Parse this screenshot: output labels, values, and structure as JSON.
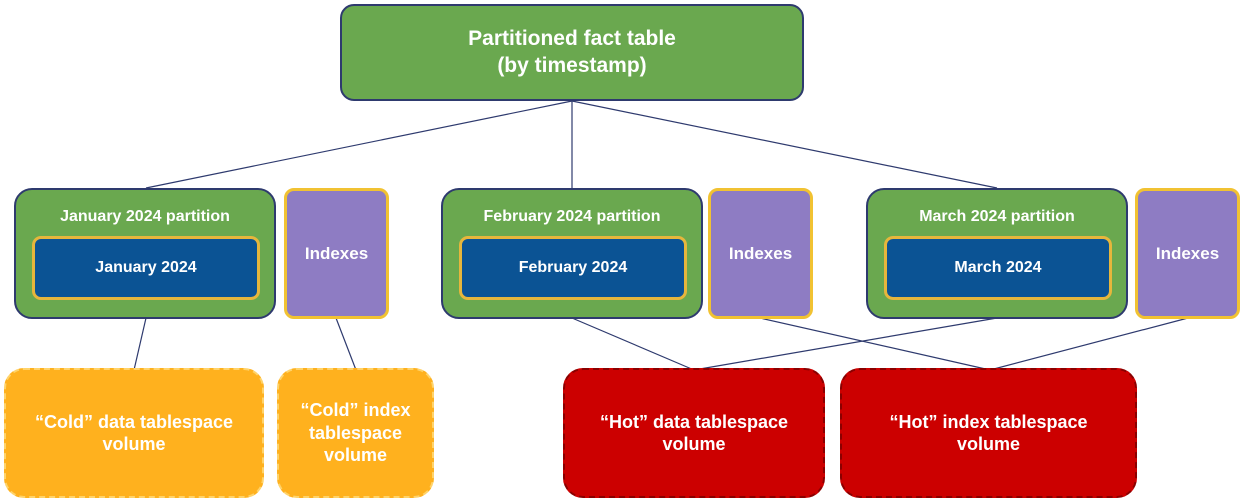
{
  "root": {
    "line1": "Partitioned fact table",
    "line2": "(by timestamp)"
  },
  "partitions": [
    {
      "title": "January 2024 partition",
      "inner": "January 2024",
      "indexes": "Indexes"
    },
    {
      "title": "February 2024 partition",
      "inner": "February 2024",
      "indexes": "Indexes"
    },
    {
      "title": "March 2024 partition",
      "inner": "March 2024",
      "indexes": "Indexes"
    }
  ],
  "volumes": {
    "cold_data": {
      "line1": "“Cold” data tablespace",
      "line2": "volume"
    },
    "cold_index": {
      "line1": "“Cold” index",
      "line2": "tablespace",
      "line3": "volume"
    },
    "hot_data": {
      "line1": "“Hot” data tablespace",
      "line2": "volume"
    },
    "hot_index": {
      "line1": "“Hot” index tablespace",
      "line2": "volume"
    }
  },
  "colors": {
    "table_green": "#6aa84f",
    "month_blue": "#0b5394",
    "index_purple": "#8e7cc3",
    "cold_orange": "#ffb11e",
    "hot_red": "#cc0000",
    "connector": "#2e3a6e"
  }
}
